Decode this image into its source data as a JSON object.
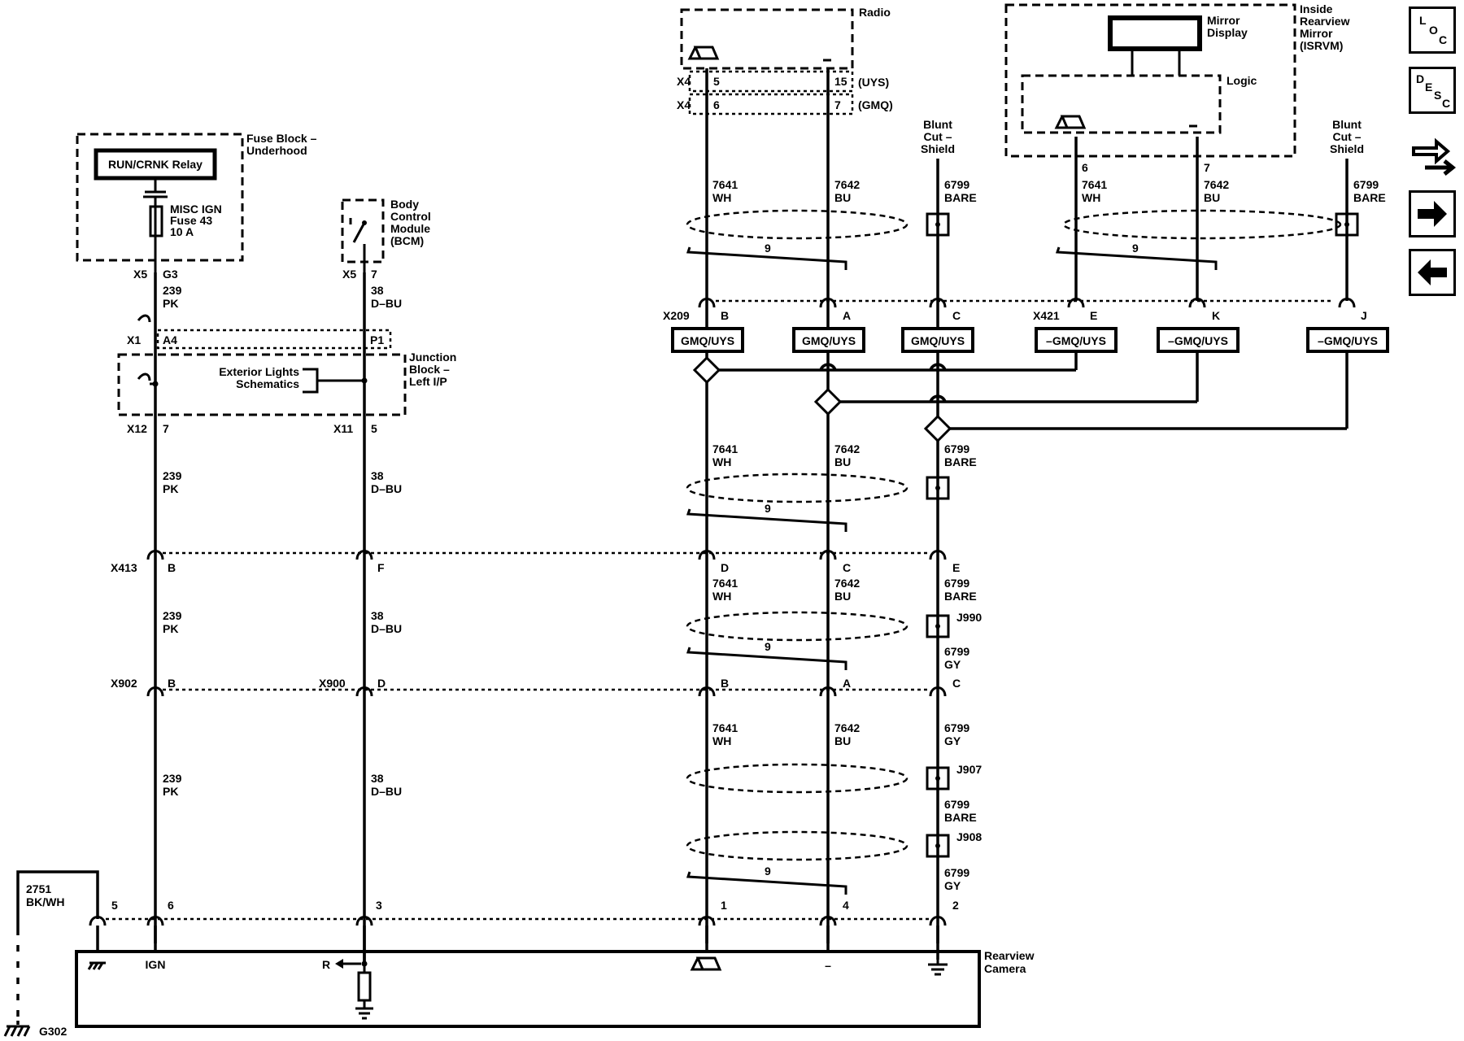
{
  "components": {
    "radio": "Radio",
    "isrvm": [
      "Inside",
      "Rearview",
      "Mirror",
      "(ISRVM)"
    ],
    "mirror_display": [
      "Mirror",
      "Display"
    ],
    "logic": "Logic",
    "fuse_block": [
      "Fuse Block –",
      "Underhood"
    ],
    "relay": "RUN/CRNK Relay",
    "fuse": [
      "MISC IGN",
      "Fuse 43",
      "10 A"
    ],
    "bcm": [
      "Body",
      "Control",
      "Module",
      "(BCM)"
    ],
    "junction_block": [
      "Junction",
      "Block –",
      "Left I/P"
    ],
    "exterior_lights": [
      "Exterior Lights",
      "Schematics"
    ],
    "rearview_camera": [
      "Rearview",
      "Camera"
    ],
    "blunt_cut": [
      "Blunt",
      "Cut –",
      "Shield"
    ],
    "ground": "G302"
  },
  "connectors": {
    "x4": "X4",
    "x5": "X5",
    "x1": "X1",
    "x12": "X12",
    "x11": "X11",
    "x209": "X209",
    "x421": "X421",
    "x413": "X413",
    "x902": "X902",
    "x900": "X900",
    "j990": "J990",
    "j907": "J907",
    "j908": "J908"
  },
  "variants": {
    "uys": "(UYS)",
    "gmq": "(GMQ)",
    "gmq_uys": "GMQ/UYS",
    "not_gmq_uys": "–GMQ/UYS"
  },
  "pins": {
    "radio_uys_a": "5",
    "radio_uys_b": "15",
    "radio_gmq_a": "6",
    "radio_gmq_b": "7",
    "isrvm_a": "6",
    "isrvm_b": "7",
    "fuse_pin": "G3",
    "bcm_pin": "7",
    "jb_a4": "A4",
    "jb_p1": "P1",
    "jb_7": "7",
    "jb_5": "5",
    "x209_b": "B",
    "x209_a": "A",
    "x209_c": "C",
    "x421_e": "E",
    "x421_k": "K",
    "x421_j": "J",
    "x413_b": "B",
    "x413_f": "F",
    "x413_d": "D",
    "x413_c": "C",
    "x413_e": "E",
    "x902_b": "B",
    "x900_d": "D",
    "x900_b": "B",
    "x900_a": "A",
    "x900_c": "C",
    "cam_5": "5",
    "cam_6": "6",
    "cam_3": "3",
    "cam_1": "1",
    "cam_4": "4",
    "cam_2": "2"
  },
  "wires": {
    "w239": "239",
    "pk": "PK",
    "w38": "38",
    "dbu": "D–BU",
    "w7641": "7641",
    "wh": "WH",
    "w7642": "7642",
    "bu": "BU",
    "w6799": "6799",
    "bare": "BARE",
    "gy": "GY",
    "w2751": "2751",
    "bkwh": "BK/WH",
    "twist": "9"
  },
  "camera_pins": {
    "ign": "IGN",
    "r": "R",
    "minus": "–"
  },
  "nav": {
    "loc": [
      "L",
      "O",
      "C"
    ],
    "desc": [
      "D",
      "E",
      "S",
      "C"
    ]
  }
}
